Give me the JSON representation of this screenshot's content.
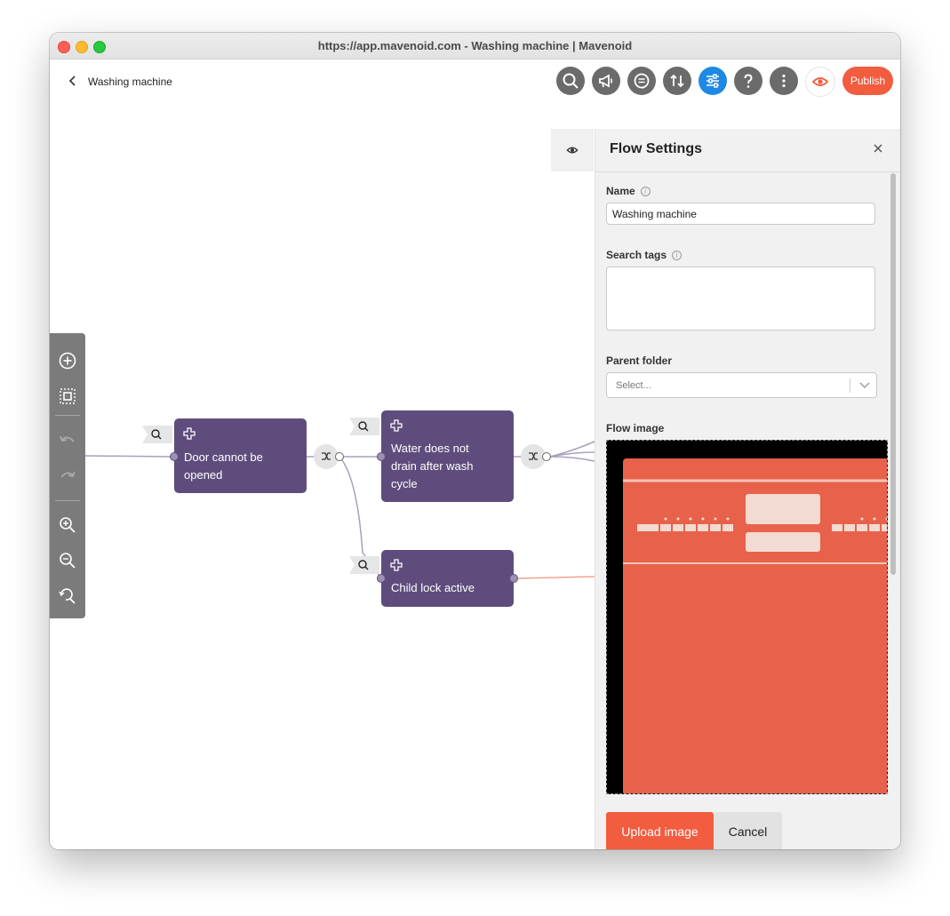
{
  "window": {
    "title": "https://app.mavenoid.com - Washing machine | Mavenoid"
  },
  "header": {
    "back_icon": "chevron-left-icon",
    "breadcrumb": "Washing machine",
    "toolbar_icons": [
      "search-icon",
      "megaphone-icon",
      "chat-bubble-icon",
      "sort-arrows-icon",
      "sliders-icon",
      "help-icon",
      "more-icon",
      "eye-icon"
    ],
    "publish_label": "Publish"
  },
  "canvas": {
    "nodes": [
      {
        "text_lines": [
          "Door cannot be",
          "opened"
        ]
      },
      {
        "text_lines": [
          "Water does not",
          "drain after wash",
          "cycle"
        ]
      },
      {
        "text_lines": [
          "Child lock active"
        ]
      }
    ],
    "tools": [
      "add-node-icon",
      "select-area-icon",
      "undo-icon",
      "redo-icon",
      "zoom-in-icon",
      "zoom-out-icon",
      "zoom-reset-icon"
    ]
  },
  "panel": {
    "title": "Flow Settings",
    "name_label": "Name",
    "name_value": "Washing machine",
    "tags_label": "Search tags",
    "tags_value": "",
    "parent_label": "Parent folder",
    "parent_placeholder": "Select...",
    "image_label": "Flow image",
    "upload_label": "Upload image",
    "cancel_label": "Cancel"
  },
  "colors": {
    "accent": "#f25c3f",
    "node": "#5e4d7c",
    "active_tool": "#1e88e5",
    "image_bg": "#e8614a"
  }
}
